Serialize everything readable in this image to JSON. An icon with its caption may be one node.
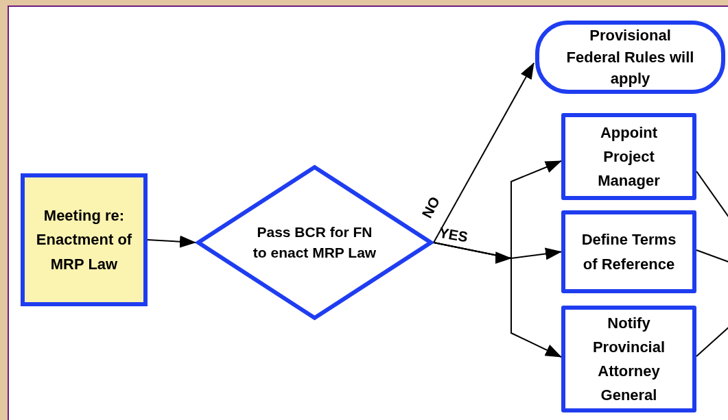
{
  "diagram": {
    "nodes": [
      {
        "text": [
          "Meeting re: Enactment of MRP Law"
        ]
      },
      {
        "text": [
          "Pass BCR for FN to enact MRP Law"
        ]
      },
      {
        "text": [
          "Provisional Federal Rules will apply"
        ]
      },
      {
        "text": [
          "Appoint Project Manager"
        ]
      },
      {
        "text": [
          "Define Terms of Reference"
        ]
      },
      {
        "text": [
          "Notify Provincial Attorney General"
        ]
      }
    ],
    "edges": [
      {
        "from": 0,
        "to": 1,
        "arrow": "to"
      },
      {
        "from": 1,
        "to": 2,
        "arrow": "to",
        "label": "NO"
      },
      {
        "from": 1,
        "to": 3,
        "arrow": "to"
      },
      {
        "from": 1,
        "to": 4,
        "arrow": "to",
        "label": "YES"
      },
      {
        "from": 1,
        "to": 5,
        "arrow": "to"
      },
      {
        "from": 3,
        "to": null,
        "arrow": "none"
      },
      {
        "from": 4,
        "to": null,
        "arrow": "none"
      },
      {
        "from": 5,
        "to": null,
        "arrow": "none"
      }
    ]
  }
}
